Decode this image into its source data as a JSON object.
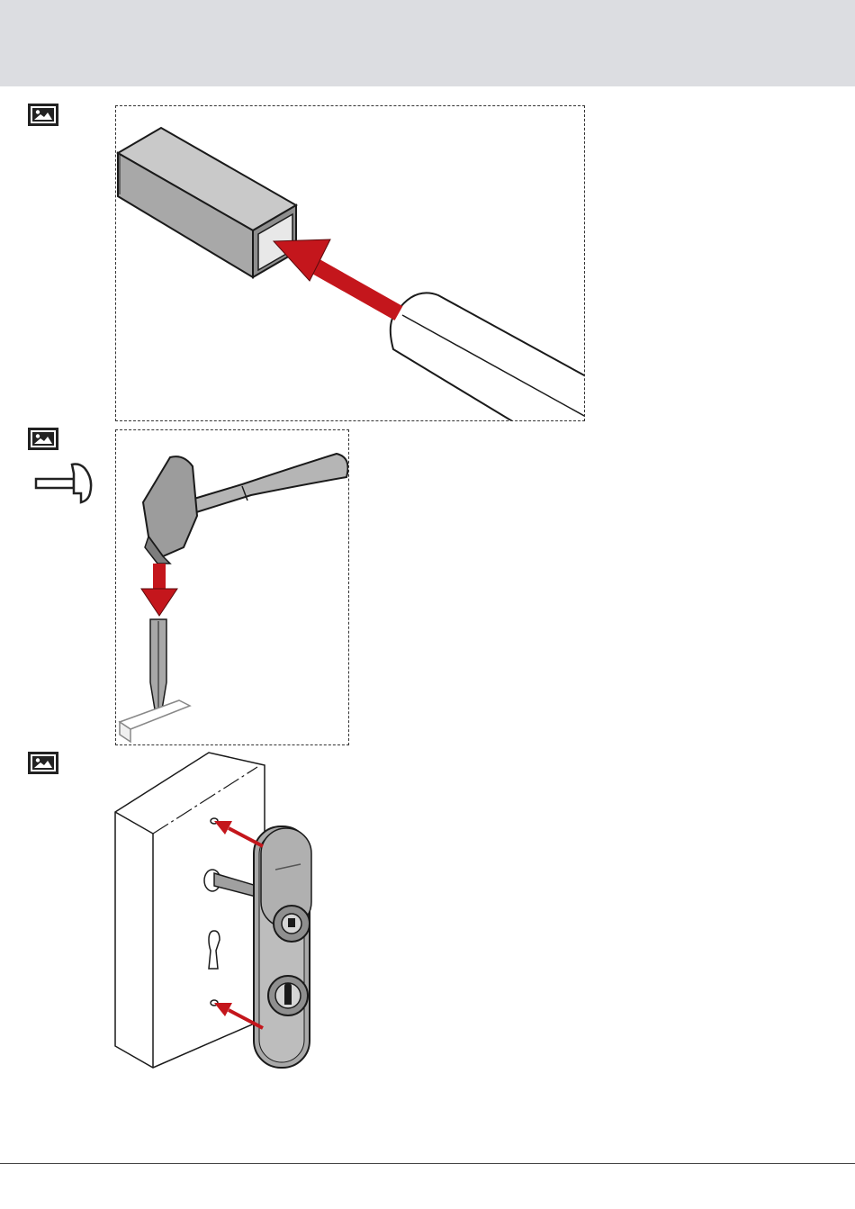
{
  "header": {},
  "steps": [
    {
      "id": 1,
      "icon": "image-icon",
      "illustration": "insert-square-tube-onto-handle"
    },
    {
      "id": 2,
      "icon": "image-icon",
      "tool_icon": "hammer-icon",
      "illustration": "hammer-drive-pin"
    },
    {
      "id": 3,
      "icon": "image-icon",
      "illustration": "mount-escutcheon-on-door"
    }
  ],
  "colors": {
    "header_band": "#dcdde1",
    "arrow_red": "#c4161c",
    "metal_grey": "#a9a9a9",
    "line": "#1a1a1a"
  }
}
